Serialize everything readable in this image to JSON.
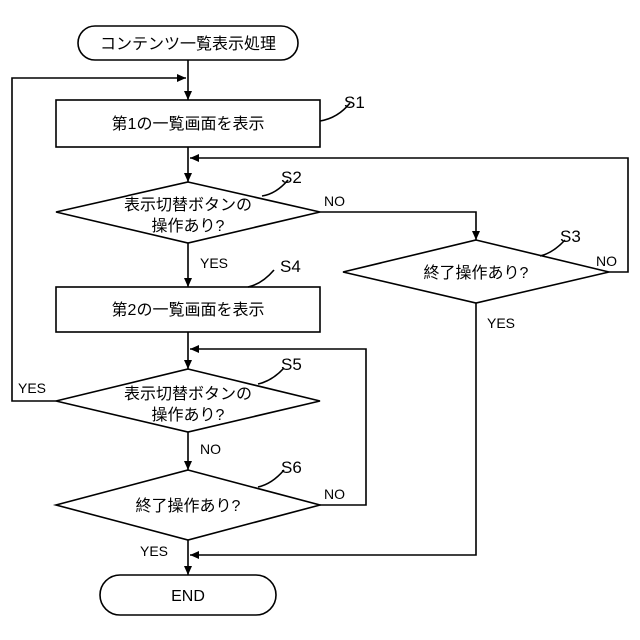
{
  "nodes": {
    "start": "コンテンツ一覧表示処理",
    "show_first": "第1の一覧画面を表示",
    "toggle_check_1": [
      "表示切替ボタンの",
      "操作あり?"
    ],
    "end_check_1": "終了操作あり?",
    "show_second": "第2の一覧画面を表示",
    "toggle_check_2": [
      "表示切替ボタンの",
      "操作あり?"
    ],
    "end_check_2": "終了操作あり?",
    "end": "END"
  },
  "steps": {
    "s1": "S1",
    "s2": "S2",
    "s3": "S3",
    "s4": "S4",
    "s5": "S5",
    "s6": "S6"
  },
  "branches": {
    "s2_no": "NO",
    "s2_yes": "YES",
    "s3_no": "NO",
    "s3_yes": "YES",
    "s5_yes": "YES",
    "s5_no": "NO",
    "s6_no": "NO",
    "s6_yes": "YES"
  }
}
